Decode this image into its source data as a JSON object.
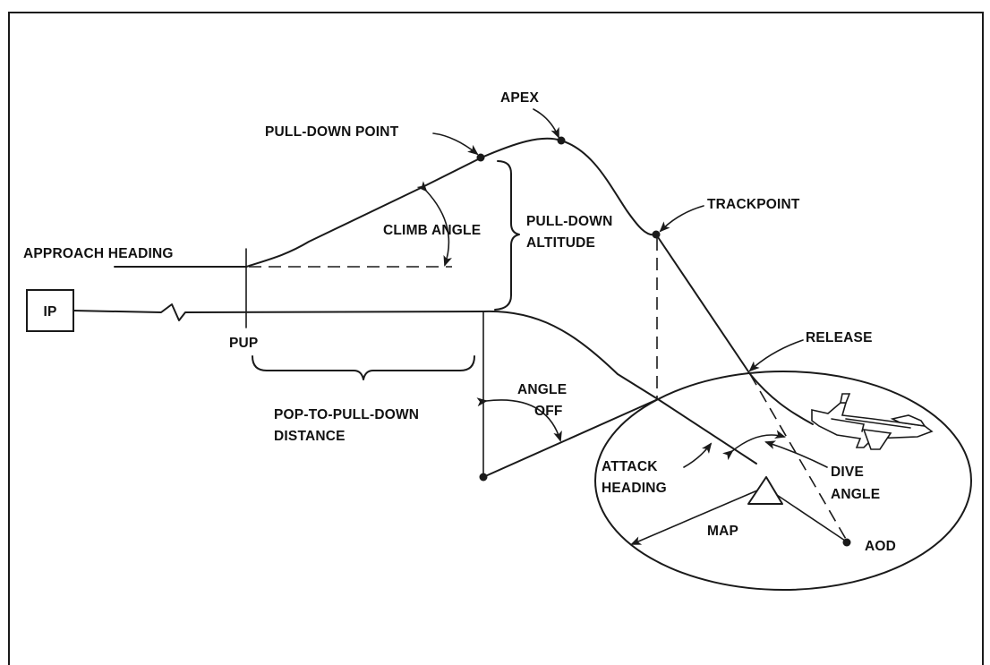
{
  "labels": {
    "ip": "IP",
    "approach_heading": "APPROACH HEADING",
    "pup": "PUP",
    "climb_angle": "CLIMB ANGLE",
    "pull_down_point": "PULL-DOWN POINT",
    "apex": "APEX",
    "pull_down_altitude_1": "PULL-DOWN",
    "pull_down_altitude_2": "ALTITUDE",
    "trackpoint": "TRACKPOINT",
    "release": "RELEASE",
    "pop_to_pull_down_1": "POP-TO-PULL-DOWN",
    "pop_to_pull_down_2": "DISTANCE",
    "angle_off_1": "ANGLE",
    "angle_off_2": "OFF",
    "attack_heading_1": "ATTACK",
    "attack_heading_2": "HEADING",
    "dive_angle_1": "DIVE",
    "dive_angle_2": "ANGLE",
    "map": "MAP",
    "aod": "AOD"
  },
  "icons": {
    "aircraft": "jet-aircraft-icon",
    "target": "target-triangle-icon"
  },
  "colors": {
    "ink": "#1a1a1a",
    "background": "#ffffff"
  }
}
